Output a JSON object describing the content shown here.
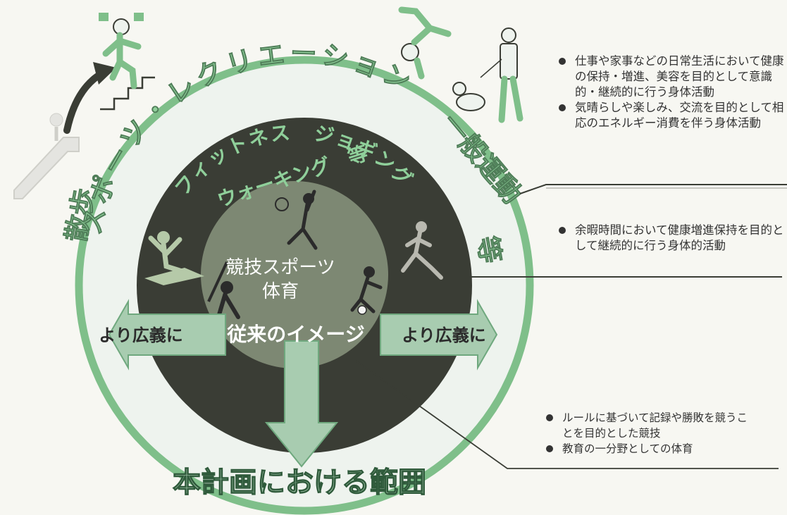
{
  "outer_ring_label": "スポーツ・レクリエーション",
  "outer_ring_suffix": "一般運動",
  "outer_ring_etc": "等",
  "walking_label": "散歩",
  "middle_label_line1": "フィットネス　ジョギング",
  "middle_label_line2": "ウォーキング　等",
  "inner_label_line1": "競技スポーツ",
  "inner_label_line2": "体育",
  "arrow_left_label": "より広義に",
  "arrow_right_label": "より広義に",
  "center_label": "従来のイメージ",
  "scope_title": "本計画における範囲",
  "notes": {
    "outer": [
      "仕事や家事などの日常生活において健康の保持・増進、美容を目的として意識的・継続的に行う身体活動",
      "気晴らしや楽しみ、交流を目的として相応のエネルギー消費を伴う身体活動"
    ],
    "middle": [
      "余暇時間において健康増進保持を目的として継続的に行う身体的活動"
    ],
    "inner": [
      "ルールに基づいて記録や勝敗を競うことを目的とした競技",
      "教育の一分野としての体育"
    ]
  },
  "colors": {
    "ring_green": "#7fbf8a",
    "outer_disc": "#eef3ee",
    "middle_disc": "#3a3d35",
    "inner_disc": "#7d8873",
    "label_green": "#8fcf9a",
    "arrow_fill": "#a8ccb0",
    "title_green": "#6fa87e"
  }
}
